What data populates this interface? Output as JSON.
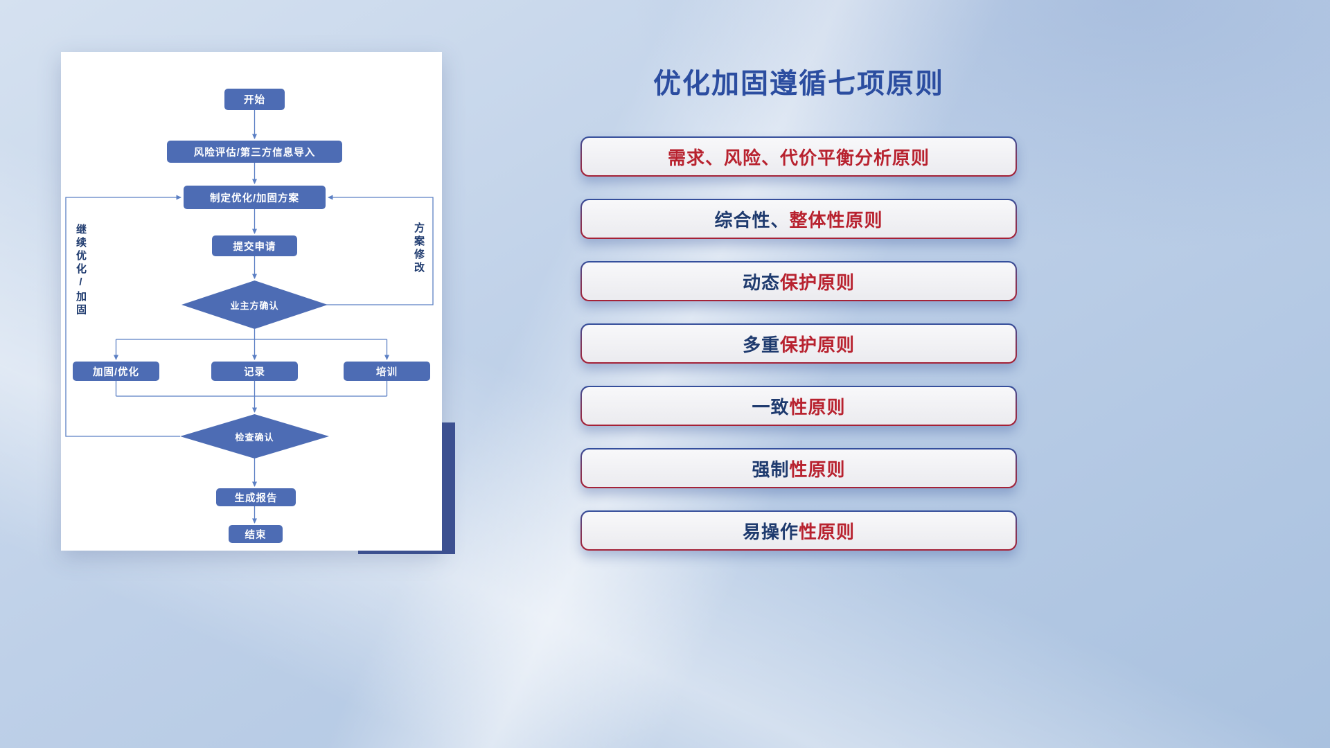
{
  "colors": {
    "title_blue": "#2b4da0",
    "node_blue": "#4d6cb4",
    "line_blue": "#5b7fc4",
    "navy_text": "#1e3a6e",
    "red_text": "#b8222f",
    "accent_navy": "#3d5192"
  },
  "flowchart": {
    "nodes": {
      "start": "开始",
      "risk_import": "风险评估/第三方信息导入",
      "make_plan": "制定优化/加固方案",
      "submit": "提交申请",
      "owner_confirm": "业主方确认",
      "reinforce": "加固/优化",
      "record": "记录",
      "training": "培训",
      "check_confirm": "检查确认",
      "report": "生成报告",
      "end": "结束"
    },
    "loop_labels": {
      "left": "继续优化/加固",
      "right": "方案修改"
    }
  },
  "panel": {
    "title": "优化加固遵循七项原则",
    "principles": [
      {
        "part1": "",
        "part2": "需求、风险、代价平衡分析原则"
      },
      {
        "part1": "综合性、",
        "part2": "整体性原则"
      },
      {
        "part1": "动态",
        "part2": "保护原则"
      },
      {
        "part1": "多重",
        "part2": "保护原则"
      },
      {
        "part1": "一致",
        "part2": "性原则"
      },
      {
        "part1": "强制",
        "part2": "性原则"
      },
      {
        "part1": "易操作",
        "part2": "性原则"
      }
    ]
  }
}
